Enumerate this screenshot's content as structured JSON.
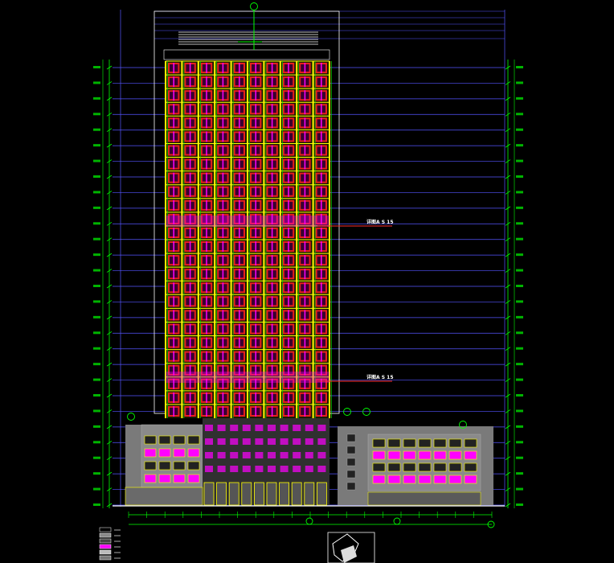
{
  "drawing": {
    "colors": {
      "background": "#000000",
      "axis": "#00ff00",
      "level_line": "#5555ff",
      "mullion_yellow": "#ffff00",
      "panel_magenta": "#ff00ff",
      "window_red": "#ff2020",
      "outline_white": "#ffffff",
      "podium_fill": "#7a7a7a",
      "callout": "#ff3030"
    },
    "tower_floor_count": 28,
    "tower_bay_count": 10,
    "callouts": [
      {
        "id": "upper",
        "text": "详图A S 15"
      },
      {
        "id": "lower",
        "text": "详图A S 15"
      }
    ],
    "legend_rows": 6
  }
}
